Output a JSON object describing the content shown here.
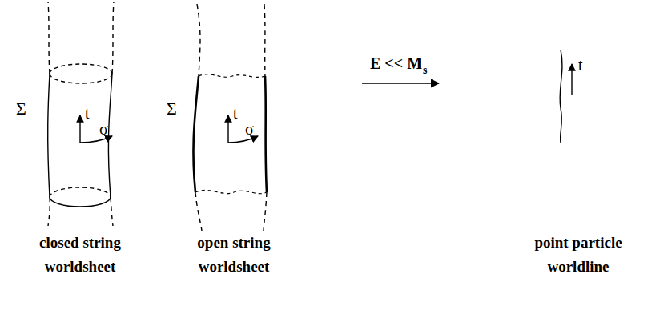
{
  "diagram": {
    "labels": [
      "Σ",
      "t",
      "σ",
      "Σ",
      "t",
      "σ",
      "E << M",
      "s",
      "t",
      "closed string worldsheet",
      "open string worldsheet",
      "point particle worldline"
    ]
  }
}
